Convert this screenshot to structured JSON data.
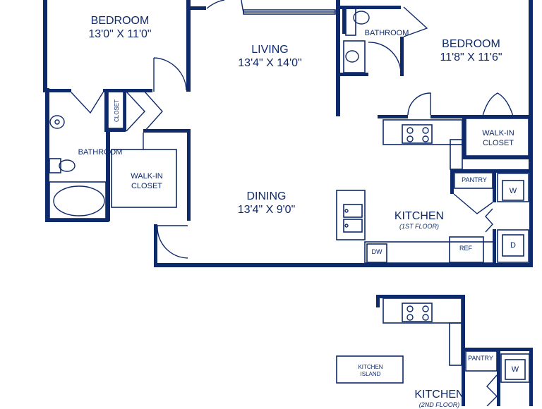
{
  "accent_color": "#0e2a6b",
  "upper_plan": {
    "bedroom_left": {
      "name": "BEDROOM",
      "size": "13'0\" X 11'0\""
    },
    "living": {
      "name": "LIVING",
      "size": "13'4\" X 14'0\""
    },
    "bathroom_right": {
      "name": "BATHROOM"
    },
    "bedroom_right": {
      "name": "BEDROOM",
      "size": "11'8\" X 11'6\""
    },
    "closet_small": {
      "name": "CLOSET"
    },
    "bathroom_left": {
      "name": "BATHROOM"
    },
    "walkin_left": {
      "line1": "WALK-IN",
      "line2": "CLOSET"
    },
    "walkin_right": {
      "line1": "WALK-IN",
      "line2": "CLOSET"
    },
    "dining": {
      "name": "DINING",
      "size": "13'4\" X 9'0\""
    },
    "pantry": {
      "name": "PANTRY"
    },
    "washer": {
      "name": "W"
    },
    "dryer": {
      "name": "D"
    },
    "kitchen": {
      "name": "KITCHEN",
      "sub": "(1ST FLOOR)"
    },
    "dishwasher": {
      "name": "DW"
    },
    "refrigerator": {
      "name": "REF"
    }
  },
  "lower_plan": {
    "island": {
      "line1": "KITCHEN",
      "line2": "ISLAND"
    },
    "pantry": {
      "name": "PANTRY"
    },
    "washer": {
      "name": "W"
    },
    "kitchen": {
      "name": "KITCHEN",
      "sub": "(2ND FLOOR)"
    }
  }
}
